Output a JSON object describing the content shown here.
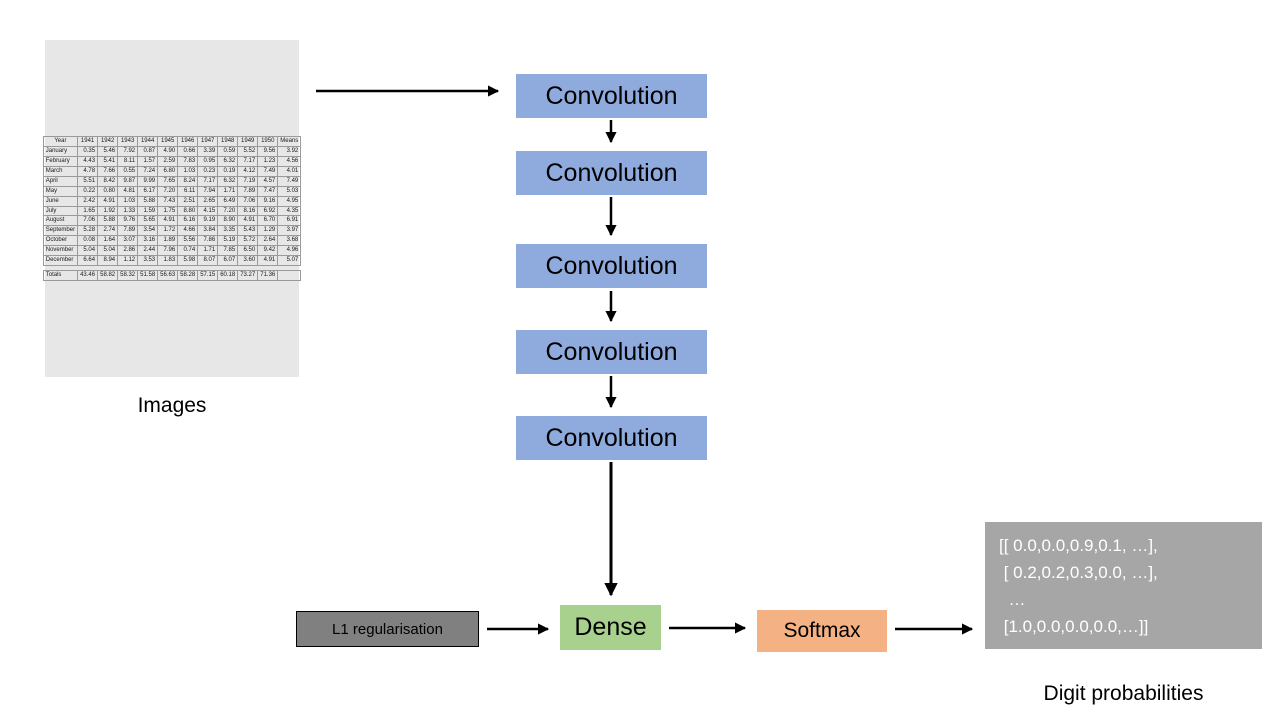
{
  "colors": {
    "convolution": "#8faadc",
    "dense": "#a9d18e",
    "softmax": "#f4b183",
    "l1_box": "#808080",
    "output_box": "#a6a6a6",
    "images_bg": "#e7e7e7",
    "arrow": "#000000"
  },
  "images": {
    "caption": "Images",
    "table": {
      "headers": [
        "Year",
        "1941",
        "1942",
        "1943",
        "1944",
        "1945",
        "1946",
        "1947",
        "1948",
        "1949",
        "1950",
        "Means"
      ],
      "rows": [
        [
          "January",
          "0.35",
          "5.46",
          "7.92",
          "0.87",
          "4.90",
          "0.66",
          "3.39",
          "0.59",
          "5.52",
          "9.56",
          "3.92"
        ],
        [
          "February",
          "4.43",
          "5.41",
          "8.11",
          "1.57",
          "2.59",
          "7.83",
          "0.95",
          "6.32",
          "7.17",
          "1.23",
          "4.56"
        ],
        [
          "March",
          "4.78",
          "7.66",
          "0.55",
          "7.24",
          "6.80",
          "1.03",
          "0.23",
          "0.19",
          "4.12",
          "7.49",
          "4.01"
        ],
        [
          "April",
          "5.51",
          "8.42",
          "9.87",
          "9.99",
          "7.65",
          "8.24",
          "7.17",
          "6.32",
          "7.19",
          "4.57",
          "7.49"
        ],
        [
          "May",
          "0.22",
          "0.80",
          "4.81",
          "6.17",
          "7.20",
          "6.11",
          "7.94",
          "1.71",
          "7.89",
          "7.47",
          "5.03"
        ],
        [
          "June",
          "2.42",
          "4.91",
          "1.03",
          "5.88",
          "7.43",
          "2.51",
          "2.65",
          "6.49",
          "7.06",
          "9.16",
          "4.95"
        ],
        [
          "July",
          "1.65",
          "1.92",
          "1.33",
          "1.59",
          "1.75",
          "8.80",
          "4.15",
          "7.20",
          "8.16",
          "6.92",
          "4.35"
        ],
        [
          "August",
          "7.06",
          "5.88",
          "9.76",
          "5.65",
          "4.91",
          "6.16",
          "9.19",
          "8.90",
          "4.91",
          "6.70",
          "6.91"
        ],
        [
          "September",
          "5.28",
          "2.74",
          "7.89",
          "3.54",
          "1.72",
          "4.66",
          "3.84",
          "3.35",
          "5.43",
          "1.29",
          "3.97"
        ],
        [
          "October",
          "0.08",
          "1.64",
          "3.07",
          "3.16",
          "1.89",
          "5.56",
          "7.86",
          "5.19",
          "5.72",
          "2.64",
          "3.68"
        ],
        [
          "November",
          "5.04",
          "5.04",
          "2.86",
          "2.44",
          "7.96",
          "0.74",
          "1.71",
          "7.85",
          "6.50",
          "9.42",
          "4.96"
        ],
        [
          "December",
          "6.64",
          "8.94",
          "1.12",
          "3.53",
          "1.83",
          "5.98",
          "8.07",
          "6.07",
          "3.60",
          "4.91",
          "5.07"
        ]
      ],
      "totals": [
        "Totals",
        "43.46",
        "58.82",
        "58.32",
        "51.58",
        "56.63",
        "58.28",
        "57.15",
        "60.18",
        "73.27",
        "71.36",
        ""
      ]
    }
  },
  "network": {
    "convolutions": [
      "Convolution",
      "Convolution",
      "Convolution",
      "Convolution",
      "Convolution"
    ],
    "l1_label": "L1 regularisation",
    "dense_label": "Dense",
    "softmax_label": "Softmax"
  },
  "output": {
    "lines": [
      "[[ 0.0,0.0,0.9,0.1, …],",
      " [ 0.2,0.2,0.3,0.0, …],",
      "  …",
      " [1.0,0.0,0.0,0.0,…]]"
    ],
    "caption": "Digit probabilities"
  }
}
